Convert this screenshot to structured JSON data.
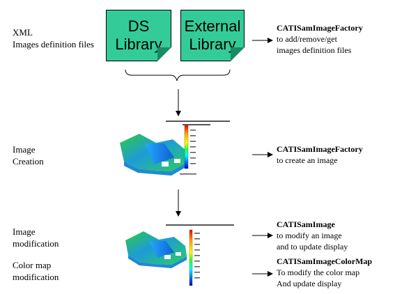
{
  "stage1": {
    "label_lines": [
      "XML",
      "Images definition files"
    ],
    "lib_ds": [
      "DS",
      "Library"
    ],
    "lib_ext": [
      "External",
      "Library"
    ],
    "iface": "CATISamImageFactory",
    "desc_lines": [
      "to add/remove/get",
      "images definition files"
    ]
  },
  "stage2": {
    "label_lines": [
      "Image",
      "Creation"
    ],
    "iface": "CATISamImageFactory",
    "desc_lines": [
      "to create an image"
    ]
  },
  "stage3": {
    "label1_lines": [
      "Image",
      "modification"
    ],
    "label2_lines": [
      "Color map",
      "modification"
    ],
    "iface1": "CATISamImage",
    "desc1_lines": [
      "to modify an image",
      "and to update display"
    ],
    "iface2": "CATISamImageColorMap",
    "desc2_lines": [
      "To modify the color map",
      "And update display"
    ]
  },
  "colors": {
    "library_fill": "#33cc99",
    "colormap": [
      "#ff0000",
      "#ff8800",
      "#ffff00",
      "#66ff00",
      "#00ff99",
      "#00ffff",
      "#0088ff",
      "#0000ff"
    ]
  },
  "icons": [
    "arrow-right-icon",
    "arrow-down-icon",
    "brace-icon"
  ]
}
